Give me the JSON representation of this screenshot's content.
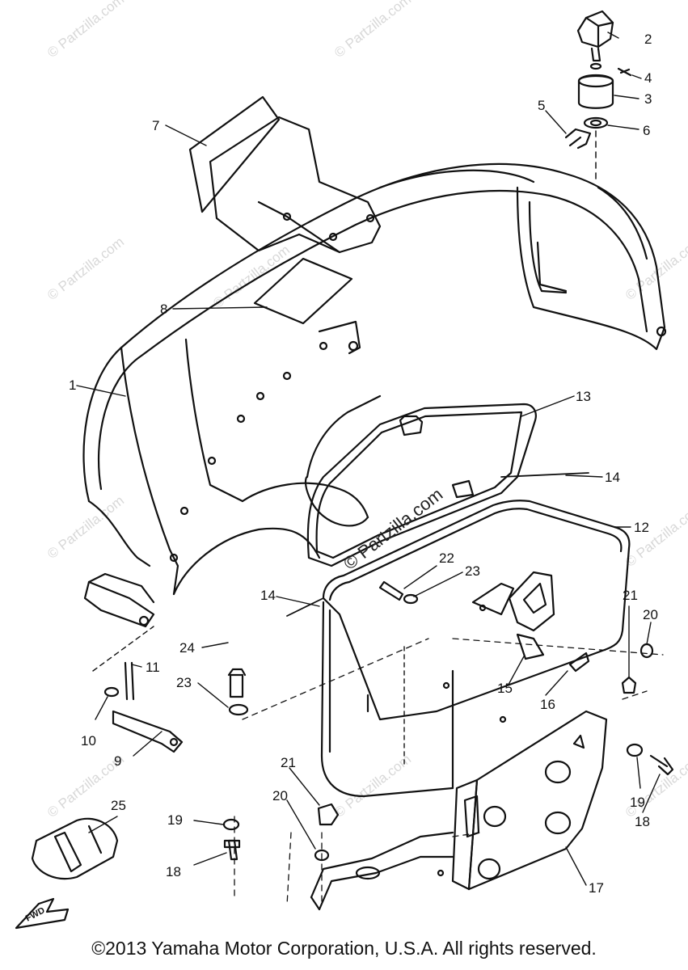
{
  "watermark": "© Partzilla.com",
  "center_watermark": "© Partzilla.com",
  "fwd_label": "FWD",
  "copyright": "©2013  Yamaha Motor Corporation, U.S.A. All rights reserved.",
  "callouts": {
    "c1": "1",
    "c2": "2",
    "c3": "3",
    "c4": "4",
    "c5": "5",
    "c6": "6",
    "c7": "7",
    "c8": "8",
    "c9": "9",
    "c10": "10",
    "c11": "11",
    "c12": "12",
    "c13": "13",
    "c14a": "14",
    "c14b": "14",
    "c15": "15",
    "c16": "16",
    "c17": "17",
    "c18a": "18",
    "c18b": "18",
    "c19a": "19",
    "c19b": "19",
    "c20a": "20",
    "c20b": "20",
    "c21a": "21",
    "c21b": "21",
    "c22": "22",
    "c23a": "23",
    "c23b": "23",
    "c24": "24",
    "c25": "25"
  }
}
